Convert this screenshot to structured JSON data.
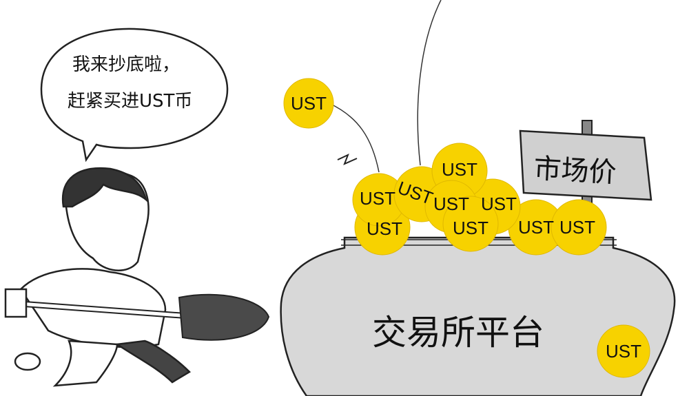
{
  "speech_bubble": {
    "line1": "我来抄底啦，",
    "line2": "赶紧买进UST币"
  },
  "sign": {
    "label": "市场价"
  },
  "pot": {
    "label": "交易所平台"
  },
  "coin_label": "UST",
  "colors": {
    "coin": "#f7d200",
    "pot": "#d8d8d8",
    "sign": "#d0d0d0",
    "shovel": "#4a4a4a"
  }
}
